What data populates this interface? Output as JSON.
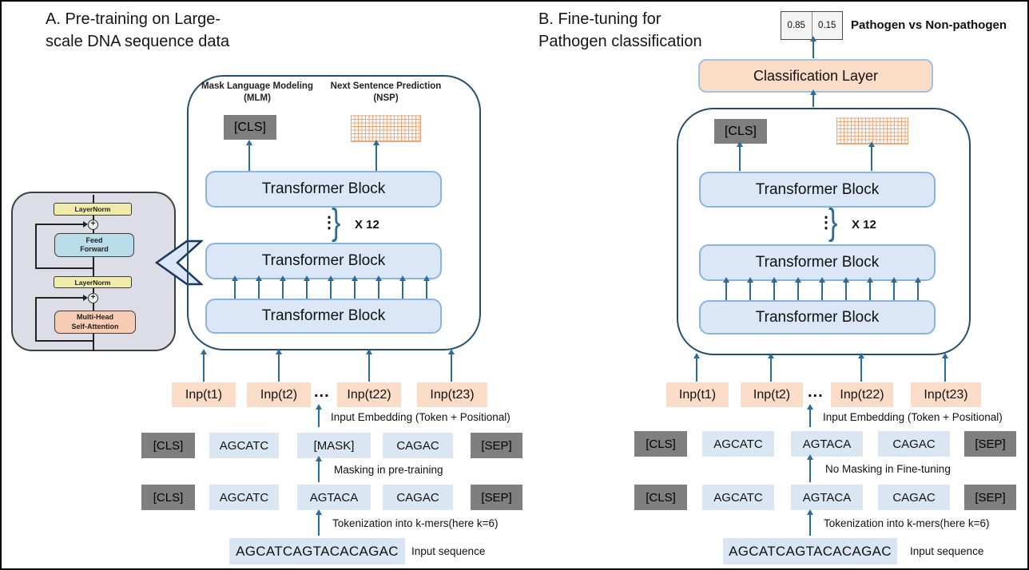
{
  "panel_a": {
    "title": "A. Pre-training on Large-\nscale DNA sequence data",
    "mlm_label": "Mask Language Modeling\n(MLM)",
    "nsp_label": "Next Sentence Prediction\n(NSP)",
    "cls_output_token": "[CLS]",
    "transformer_blocks": [
      "Transformer Block",
      "Transformer Block",
      "Transformer Block"
    ],
    "repeat_dots": "⋮",
    "repeat_brace": "}",
    "repeat_label": "X 12",
    "inputs": [
      "Inp(t1)",
      "Inp(t2)",
      "Inp(t22)",
      "Inp(t23)"
    ],
    "inputs_ellipsis": "...",
    "embedding_label": "Input Embedding (Token + Positional)",
    "masked_tokens": [
      "[CLS]",
      "AGCATC",
      "[MASK]",
      "CAGAC",
      "[SEP]"
    ],
    "masking_label": "Masking in pre-training",
    "tokens": [
      "[CLS]",
      "AGCATC",
      "AGTACA",
      "CAGAC",
      "[SEP]"
    ],
    "tokenization_label": "Tokenization into k-mers(here k=6)",
    "input_sequence": "AGCATCAGTACACAGAC",
    "input_sequence_label": "Input sequence"
  },
  "panel_b": {
    "title": "B. Fine-tuning for\nPathogen classification",
    "prob_left": "0.85",
    "prob_right": "0.15",
    "prob_label": "Pathogen vs Non-pathogen",
    "classification_layer": "Classification Layer",
    "cls_output_token": "[CLS]",
    "transformer_blocks": [
      "Transformer Block",
      "Transformer Block",
      "Transformer Block"
    ],
    "repeat_dots": "⋮",
    "repeat_brace": "}",
    "repeat_label": "X 12",
    "inputs": [
      "Inp(t1)",
      "Inp(t2)",
      "Inp(t22)",
      "Inp(t23)"
    ],
    "inputs_ellipsis": "...",
    "embedding_label": "Input Embedding (Token + Positional)",
    "tokens_upper": [
      "[CLS]",
      "AGCATC",
      "AGTACA",
      "CAGAC",
      "[SEP]"
    ],
    "no_masking_label": "No Masking in Fine-tuning",
    "tokens_lower": [
      "[CLS]",
      "AGCATC",
      "AGTACA",
      "CAGAC",
      "[SEP]"
    ],
    "tokenization_label": "Tokenization into k-mers(here k=6)",
    "input_sequence": "AGCATCAGTACACAGAC",
    "input_sequence_label": "Input sequence"
  },
  "inset": {
    "layernorm_top": "LayerNorm",
    "feed_forward": "Feed\nForward",
    "layernorm_bottom": "LayerNorm",
    "attention": "Multi-Head\nSelf-Attention",
    "residual_plus": "+"
  },
  "colors": {
    "arrow": "#2b6d99",
    "container_border": "#254e6e",
    "transformer_fill": "#dbe7f6",
    "transformer_border": "#8ab4e0",
    "token_dark": "#7f7f7f",
    "token_light": "#dbe6f3",
    "peach": "#fadcc7",
    "nsp_grid": "#eba87e"
  }
}
